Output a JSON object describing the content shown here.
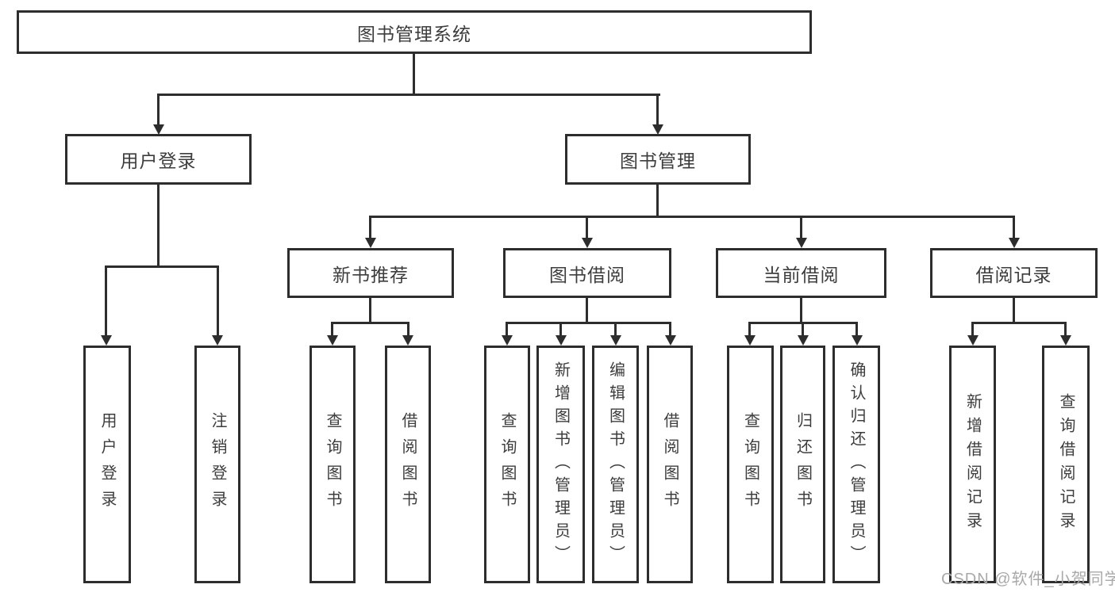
{
  "tree": {
    "root": {
      "label": "图书管理系统",
      "children": [
        {
          "label": "用户登录",
          "children": [
            {
              "label": "用户登录"
            },
            {
              "label": "注销登录"
            }
          ]
        },
        {
          "label": "图书管理",
          "children": [
            {
              "label": "新书推荐",
              "children": [
                {
                  "label": "查询图书"
                },
                {
                  "label": "借阅图书"
                }
              ]
            },
            {
              "label": "图书借阅",
              "children": [
                {
                  "label": "查询图书"
                },
                {
                  "label": "新增图书（管理员）"
                },
                {
                  "label": "编辑图书（管理员）"
                },
                {
                  "label": "借阅图书"
                }
              ]
            },
            {
              "label": "当前借阅",
              "children": [
                {
                  "label": "查询图书"
                },
                {
                  "label": "归还图书"
                },
                {
                  "label": "确认归还（管理员）"
                }
              ]
            },
            {
              "label": "借阅记录",
              "children": [
                {
                  "label": "新增借阅记录"
                },
                {
                  "label": "查询借阅记录"
                }
              ]
            }
          ]
        }
      ]
    }
  },
  "watermark": "CSDN @软件_小贺同学",
  "colors": {
    "line": "#2d2d2d",
    "text": "#3d3d3d",
    "watermark": "#a9a9a9",
    "background": "#ffffff"
  }
}
